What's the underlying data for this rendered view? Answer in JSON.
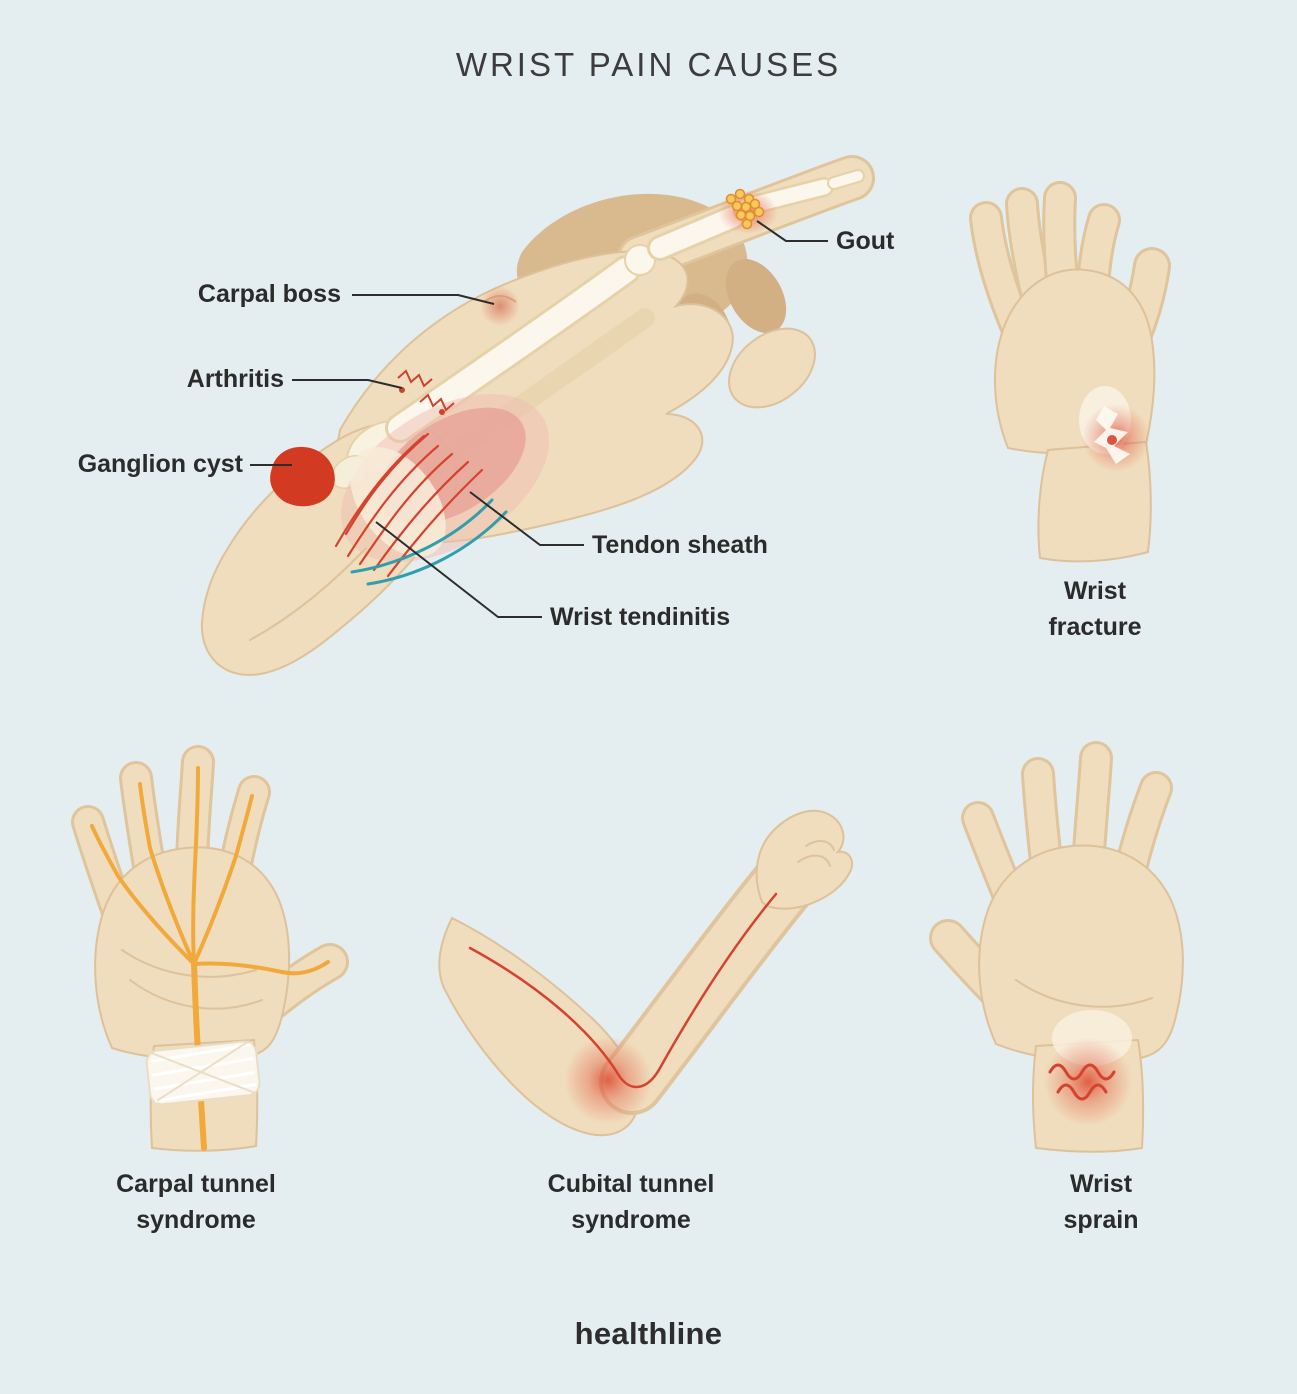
{
  "title": "WRIST PAIN CAUSES",
  "main_diagram": {
    "subject": "hand-and-wrist-anatomy",
    "labels": {
      "gout": "Gout",
      "carpal_boss": "Carpal boss",
      "arthritis": "Arthritis",
      "ganglion_cyst": "Ganglion cyst",
      "tendon_sheath": "Tendon sheath",
      "wrist_tendinitis": "Wrist tendinitis"
    }
  },
  "figures": {
    "wrist_fracture": {
      "caption": "Wrist\nfracture"
    },
    "carpal_tunnel": {
      "caption": "Carpal tunnel\nsyndrome"
    },
    "cubital_tunnel": {
      "caption": "Cubital tunnel\nsyndrome"
    },
    "wrist_sprain": {
      "caption": "Wrist\nsprain"
    }
  },
  "footer": {
    "brand": "healthline"
  },
  "colors": {
    "background": "#e4edf0",
    "skin": "#f0ddbd",
    "skin_shadow": "#dfc49c",
    "bone": "#fbf7ec",
    "inflammation_red": "#d5432f",
    "gout_yellow": "#f7c85a",
    "nerve_yellow": "#f2a93b",
    "tendon_teal": "#2f9fad",
    "text": "#2b2b2b"
  }
}
